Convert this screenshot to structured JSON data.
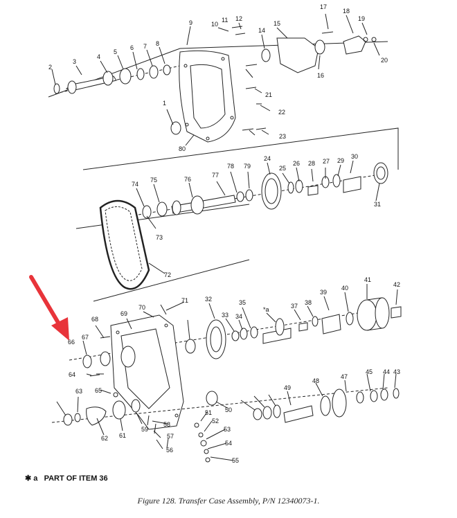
{
  "figure": {
    "caption": "Figure 128.  Transfer Case Assembly, P/N 12340073-1.",
    "footnote_marker": "✱ a",
    "footnote_text": "PART OF ITEM 36",
    "starred_callout": "*a"
  },
  "highlight": {
    "color": "#e8343a",
    "icon": "red-arrow-pointer"
  },
  "callouts": [
    "1",
    "2",
    "3",
    "4",
    "5",
    "6",
    "7",
    "8",
    "9",
    "10",
    "11",
    "12",
    "14",
    "15",
    "16",
    "17",
    "18",
    "19",
    "20",
    "21",
    "22",
    "23",
    "24",
    "25",
    "26",
    "27",
    "28",
    "29",
    "30",
    "31",
    "32",
    "33",
    "34",
    "35",
    "37",
    "38",
    "39",
    "40",
    "41",
    "42",
    "43",
    "44",
    "45",
    "47",
    "48",
    "49",
    "50",
    "51",
    "52",
    "53",
    "54",
    "55",
    "56",
    "57",
    "58",
    "59",
    "61",
    "62",
    "63",
    "64",
    "65",
    "66",
    "67",
    "68",
    "69",
    "70",
    "71",
    "72",
    "73",
    "74",
    "75",
    "76",
    "77",
    "78",
    "79",
    "80"
  ]
}
